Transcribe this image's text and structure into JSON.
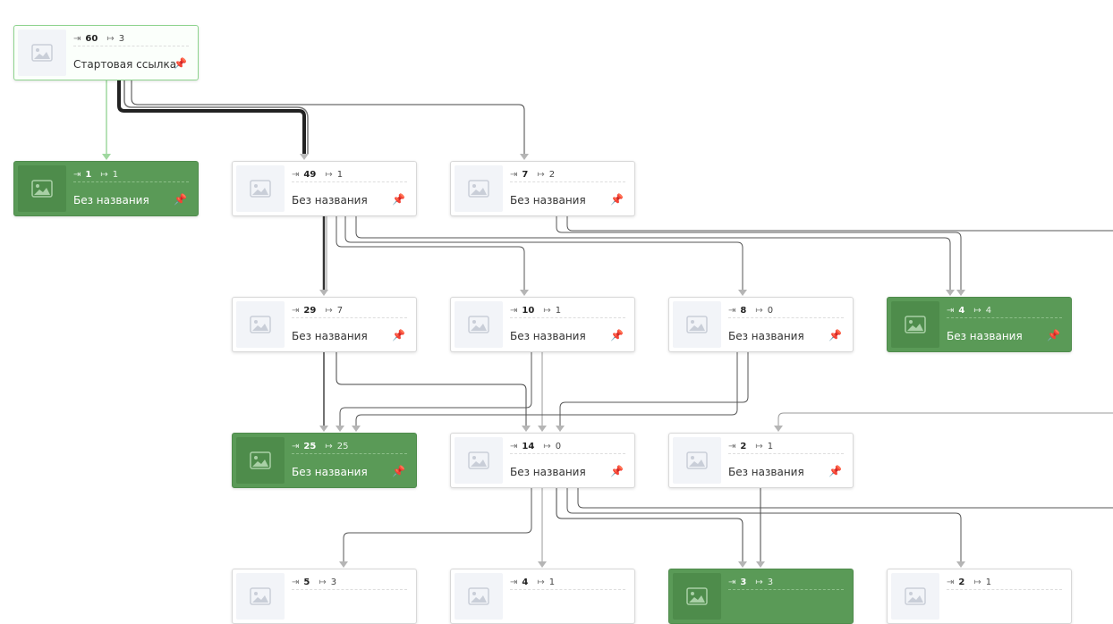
{
  "nodes": [
    {
      "id": "n0",
      "title": "Стартовая ссылка",
      "in": "60",
      "out": "3",
      "variant": "start"
    },
    {
      "id": "n1",
      "title": "Без названия",
      "in": "1",
      "out": "1",
      "variant": "final"
    },
    {
      "id": "n2",
      "title": "Без названия",
      "in": "49",
      "out": "1",
      "variant": "normal"
    },
    {
      "id": "n3",
      "title": "Без названия",
      "in": "7",
      "out": "2",
      "variant": "normal"
    },
    {
      "id": "n4",
      "title": "Без названия",
      "in": "29",
      "out": "7",
      "variant": "normal"
    },
    {
      "id": "n5",
      "title": "Без названия",
      "in": "10",
      "out": "1",
      "variant": "normal"
    },
    {
      "id": "n6",
      "title": "Без названия",
      "in": "8",
      "out": "0",
      "variant": "normal"
    },
    {
      "id": "n7",
      "title": "Без названия",
      "in": "4",
      "out": "4",
      "variant": "final"
    },
    {
      "id": "n8",
      "title": "Без названия",
      "in": "25",
      "out": "25",
      "variant": "final"
    },
    {
      "id": "n9",
      "title": "Без названия",
      "in": "14",
      "out": "0",
      "variant": "normal"
    },
    {
      "id": "n10",
      "title": "Без названия",
      "in": "2",
      "out": "1",
      "variant": "normal"
    },
    {
      "id": "n11",
      "title": "",
      "in": "5",
      "out": "3",
      "variant": "normal"
    },
    {
      "id": "n12",
      "title": "",
      "in": "4",
      "out": "1",
      "variant": "normal"
    },
    {
      "id": "n13",
      "title": "",
      "in": "3",
      "out": "3",
      "variant": "final"
    },
    {
      "id": "n14",
      "title": "",
      "in": "2",
      "out": "1",
      "variant": "normal"
    }
  ],
  "icons": {
    "in": "enter-icon",
    "out": "exit-icon",
    "pin": "pin-icon",
    "thumb": "image-placeholder-icon"
  },
  "colors": {
    "final_node": "#5a9a57",
    "start_border": "#8fd48f",
    "start_edge": "#9fd89f",
    "edge_gray": "#b5b5b5",
    "edge_dark": "#333333",
    "pin_blue": "#3d7fe0"
  }
}
